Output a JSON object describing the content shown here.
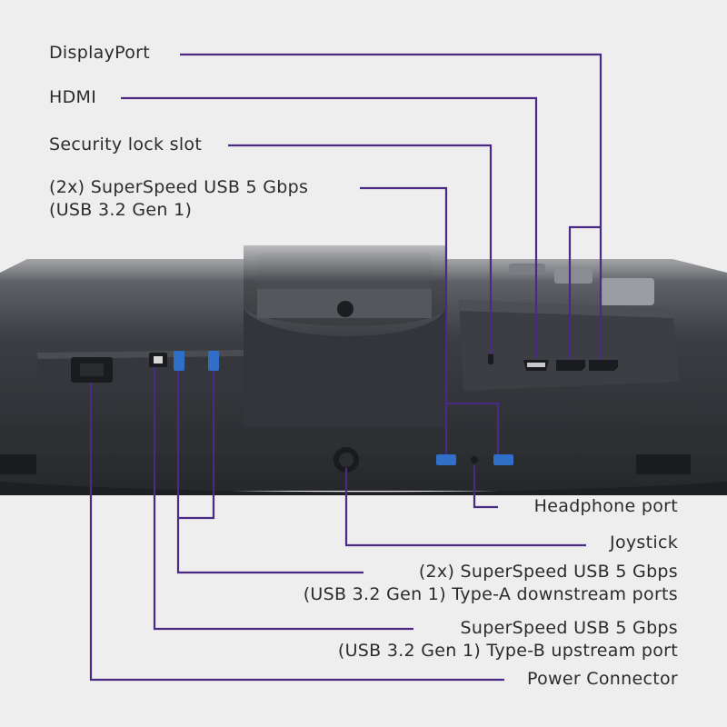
{
  "colors": {
    "background": "#eeeeee",
    "callout_line": "#4b2a86",
    "monitor_body": "#2e3035",
    "port_panel": "#3a3c41",
    "usb_blue": "#2f6fc8"
  },
  "callouts_top": {
    "displayport": "DisplayPort",
    "hdmi": "HDMI",
    "security_lock": "Security lock slot",
    "usb_top_line1": "(2x) SuperSpeed USB 5 Gbps",
    "usb_top_line2": "(USB 3.2 Gen 1)"
  },
  "callouts_bottom": {
    "headphone": "Headphone port",
    "joystick": "Joystick",
    "usb_a_line1": "(2x) SuperSpeed USB 5 Gbps",
    "usb_a_line2": "(USB 3.2 Gen 1) Type-A downstream ports",
    "usb_b_line1": "SuperSpeed USB 5 Gbps",
    "usb_b_line2": "(USB 3.2 Gen 1) Type-B upstream port",
    "power": "Power Connector"
  },
  "icons": [
    "power-connector-icon",
    "usb-b-port-icon",
    "usb-a-port-icon",
    "security-lock-icon",
    "hdmi-port-icon",
    "displayport-port-icon",
    "joystick-icon",
    "headphone-port-icon",
    "alienware-logo-icon"
  ]
}
